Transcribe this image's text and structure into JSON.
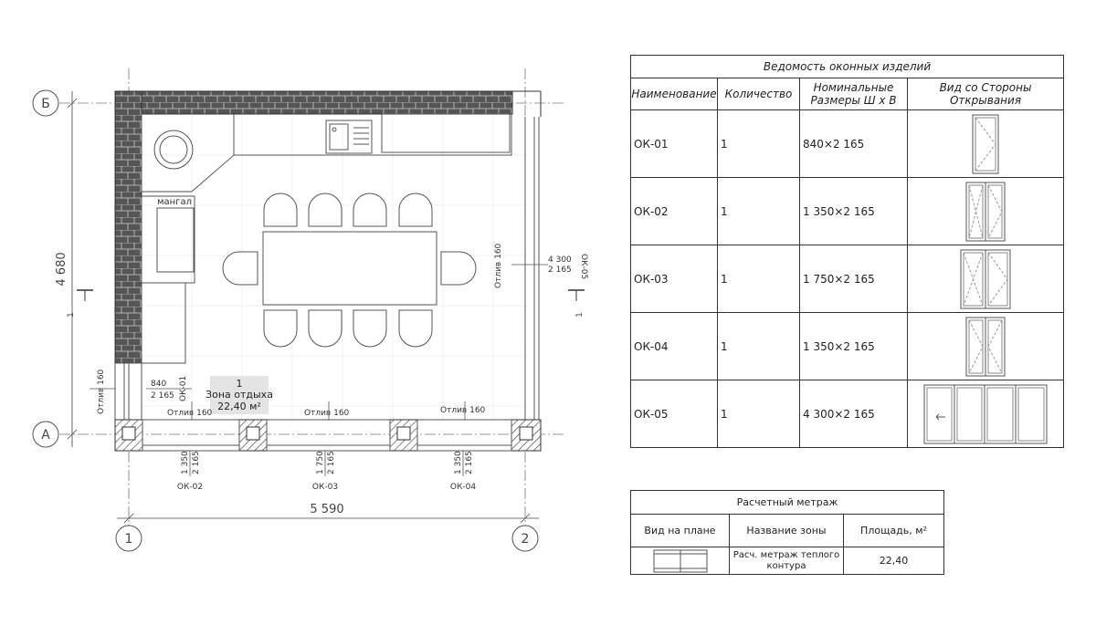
{
  "plan": {
    "axis_b": "Б",
    "axis_a": "А",
    "axis_1": "1",
    "axis_2": "2",
    "dim_height": "4 680",
    "dim_width": "5 590",
    "section_mark_left": "1",
    "section_mark_right": "1",
    "bbq_label": "мангал",
    "zone_number": "1",
    "zone_name": "Зона отдыха",
    "zone_area": "22,40 м²",
    "sill_label": "Отлив 160",
    "windows": {
      "ok01": {
        "size_w": "840",
        "size_h": "2 165",
        "mark": "ОК-01"
      },
      "ok02": {
        "size_w": "1 350",
        "size_h": "2 165",
        "mark": "ОК-02"
      },
      "ok03": {
        "size_w": "1 750",
        "size_h": "2 165",
        "mark": "ОК-03"
      },
      "ok04": {
        "size_w": "1 350",
        "size_h": "2 165",
        "mark": "ОК-04"
      },
      "ok05": {
        "size_w": "4 300",
        "size_h": "2 165",
        "mark": "ОК-05"
      }
    }
  },
  "windows_table": {
    "title": "Ведомость оконных изделий",
    "headers": [
      "Наименование",
      "Количество",
      "Номинальные Размеры Ш х В",
      "Вид со Стороны Открывания"
    ],
    "rows": [
      {
        "name": "ОК-01",
        "qty": "1",
        "size": "840×2 165"
      },
      {
        "name": "ОК-02",
        "qty": "1",
        "size": "1 350×2 165"
      },
      {
        "name": "ОК-03",
        "qty": "1",
        "size": "1 750×2 165"
      },
      {
        "name": "ОК-04",
        "qty": "1",
        "size": "1 350×2 165"
      },
      {
        "name": "ОК-05",
        "qty": "1",
        "size": "4 300×2 165"
      }
    ]
  },
  "area_table": {
    "title": "Расчетный метраж",
    "headers": [
      "Вид на плане",
      "Название зоны",
      "Площадь, м²"
    ],
    "row": {
      "zone": "Расч. метраж теплого контура",
      "area": "22,40"
    }
  }
}
